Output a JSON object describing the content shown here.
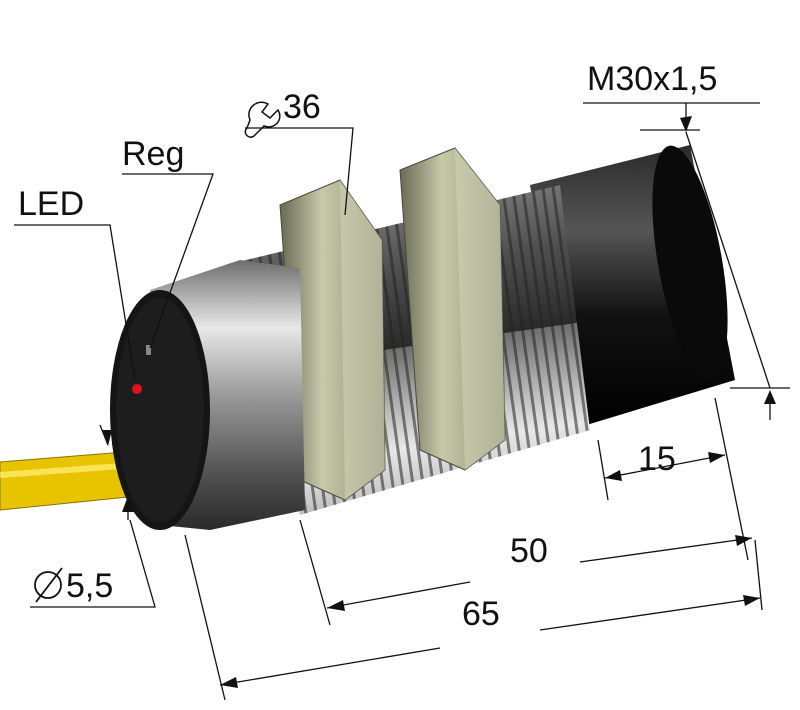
{
  "labels": {
    "led": "LED",
    "reg": "Reg",
    "wrench_size": "36",
    "thread": "M30x1,5",
    "cable_diameter": "5,5",
    "dim_15": "15",
    "dim_50": "50",
    "dim_65": "65"
  },
  "icons": {
    "wrench": "wrench-icon",
    "diameter": "diameter-symbol-icon"
  },
  "colors": {
    "cable": "#e8c400",
    "led": "#e0121c",
    "cap": "#111111",
    "metal": "#a8a8a8",
    "nut": "#b8b89a"
  }
}
